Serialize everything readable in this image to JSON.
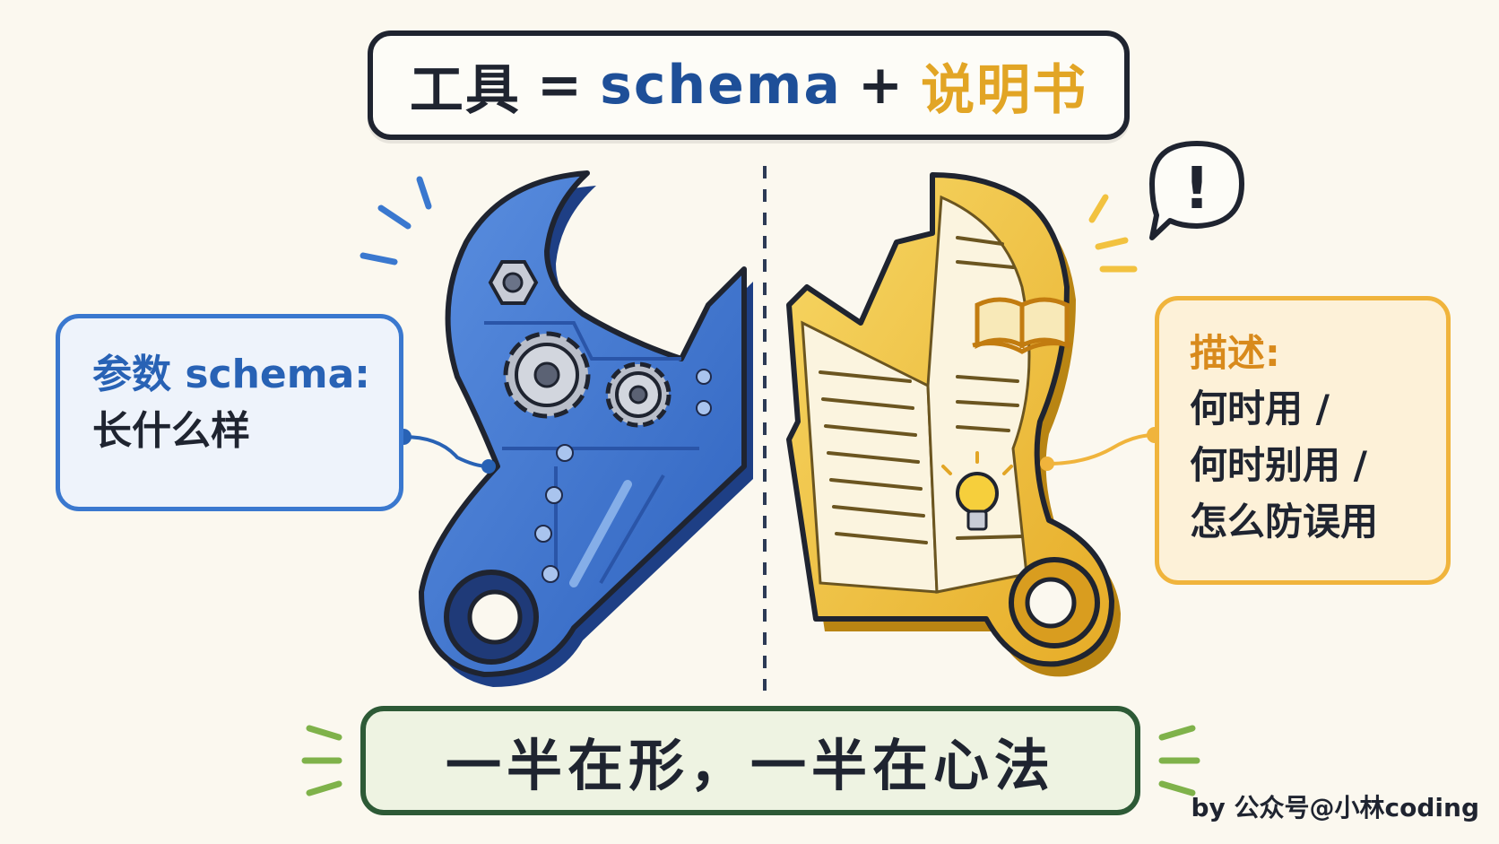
{
  "title": {
    "part1": "工具",
    "eq": "=",
    "part2": "schema",
    "plus": "+",
    "part3": "说明书"
  },
  "left_card": {
    "line1": "参数 schema:",
    "line2": "长什么样"
  },
  "right_card": {
    "heading": "描述:",
    "line1": "何时用 /",
    "line2": "何时别用 /",
    "line3": "怎么防误用"
  },
  "exclamation": "!",
  "bottom": {
    "text": "一半在形，一半在心法"
  },
  "credit": "by 公众号@小林coding",
  "colors": {
    "blue": "#3f74d0",
    "gold": "#f2c23f",
    "dark": "#1f2430",
    "green": "#2d5a36"
  },
  "icons": [
    "hex-nut-icon",
    "gear-icon",
    "book-icon",
    "lightbulb-icon",
    "speech-bubble-icon"
  ]
}
